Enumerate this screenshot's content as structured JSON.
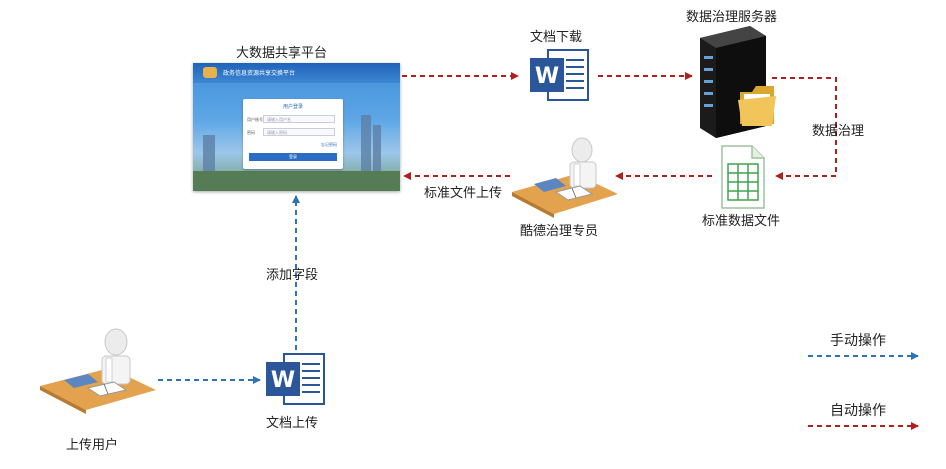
{
  "labels": {
    "platform": "大数据共享平台",
    "doc_download": "文档下载",
    "server": "数据治理服务器",
    "governance": "数据治理",
    "std_file": "标准数据文件",
    "std_upload": "标准文件上传",
    "specialist": "酷德治理专员",
    "add_field": "添加字段",
    "upload_user": "上传用户",
    "doc_upload": "文档上传"
  },
  "platform_window": {
    "header": "政务信息资源共享交换平台",
    "login_title": "用户登录",
    "username_label": "用户账号",
    "username_placeholder": "请输入用户名",
    "password_label": "密码",
    "password_placeholder": "请输入密码",
    "forgot": "忘记密码",
    "login_button": "登录"
  },
  "legend": {
    "manual": "手动操作",
    "auto": "自动操作"
  },
  "colors": {
    "manual_line": "#2e74b5",
    "auto_line": "#b01e1e",
    "word_blue": "#2b579a"
  },
  "icons": {
    "word_doc": "word-document-icon",
    "server": "server-icon",
    "spreadsheet": "spreadsheet-icon",
    "person_desk": "person-at-desk-icon",
    "folder": "folder-icon"
  }
}
